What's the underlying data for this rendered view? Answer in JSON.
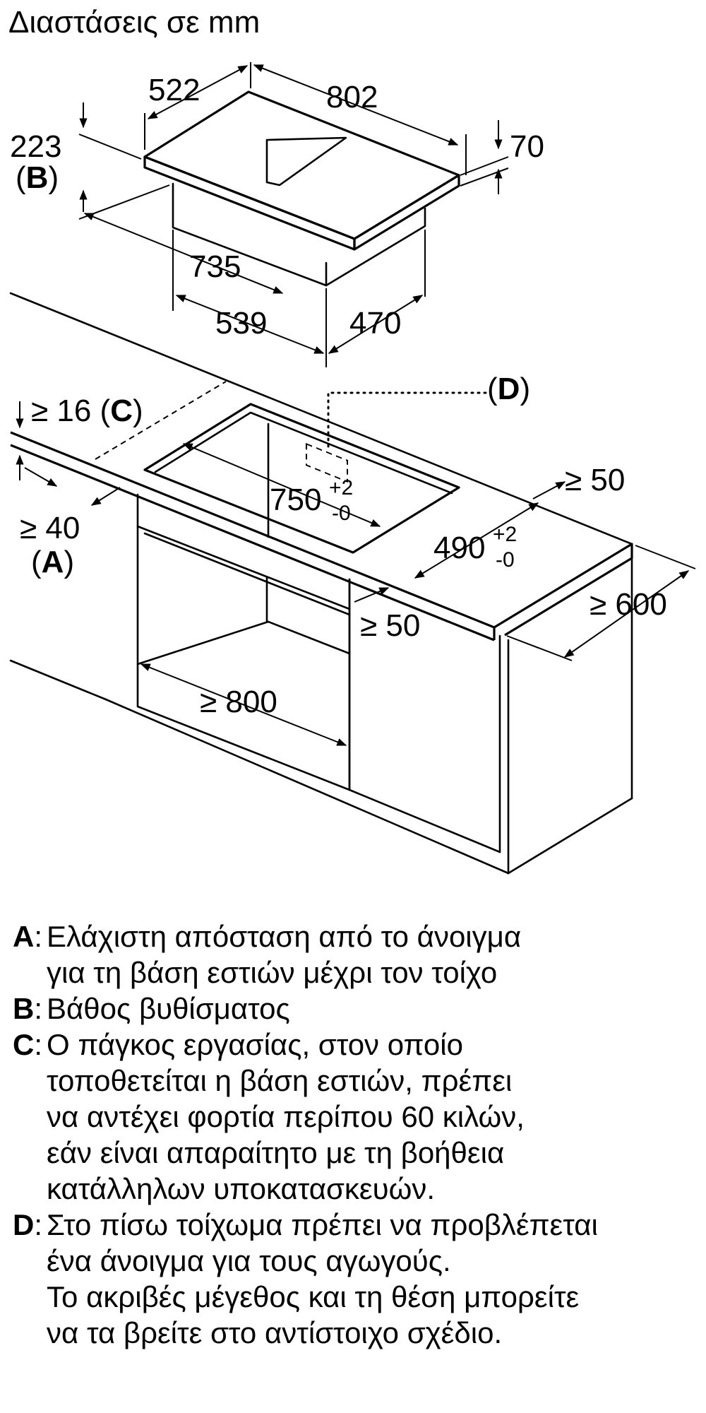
{
  "title": "Διαστάσεις σε mm",
  "dimensions": {
    "top_depth": "522",
    "top_width": "802",
    "height_total": "223",
    "letter_B": "B",
    "thickness": "70",
    "body_width": "735",
    "body_width_lower": "539",
    "body_depth": "470",
    "letter_D": "D",
    "wall_gap_prefix": "≥ 16 (",
    "letter_C": "C",
    "wall_gap_suffix": ")",
    "front_gap": "≥ 40",
    "letter_A": "A",
    "cutout_width": "750",
    "cutout_width_tol_plus": "+2",
    "cutout_width_tol_minus": "-0",
    "cutout_depth": "490",
    "cutout_depth_tol_plus": "+2",
    "cutout_depth_tol_minus": "-0",
    "side_gap_right": "≥ 50",
    "side_gap_front": "≥ 50",
    "counter_depth": "≥ 600",
    "cabinet_width": "≥ 800"
  },
  "legend": [
    {
      "key": "A",
      "lines": [
        "Ελάχιστη απόσταση από το άνοιγμα",
        "για τη βάση εστιών μέχρι τον τοίχο"
      ]
    },
    {
      "key": "B",
      "lines": [
        "Βάθος βυθίσματος"
      ]
    },
    {
      "key": "C",
      "lines": [
        "Ο πάγκος εργασίας, στον οποίο",
        "τοποθετείται η βάση εστιών, πρέπει",
        "να αντέχει φορτία περίπου 60 κιλών,",
        "εάν είναι απαραίτητο με τη βοήθεια",
        "κατάλληλων υποκατασκευών."
      ]
    },
    {
      "key": "D",
      "lines": [
        "Στο πίσω τοίχωμα πρέπει να προβλέπεται",
        "ένα άνοιγμα για τους αγωγούς.",
        "Το ακριβές μέγεθος και τη θέση μπορείτε",
        "να τα βρείτε στο αντίστοιχο σχέδιο."
      ]
    }
  ]
}
